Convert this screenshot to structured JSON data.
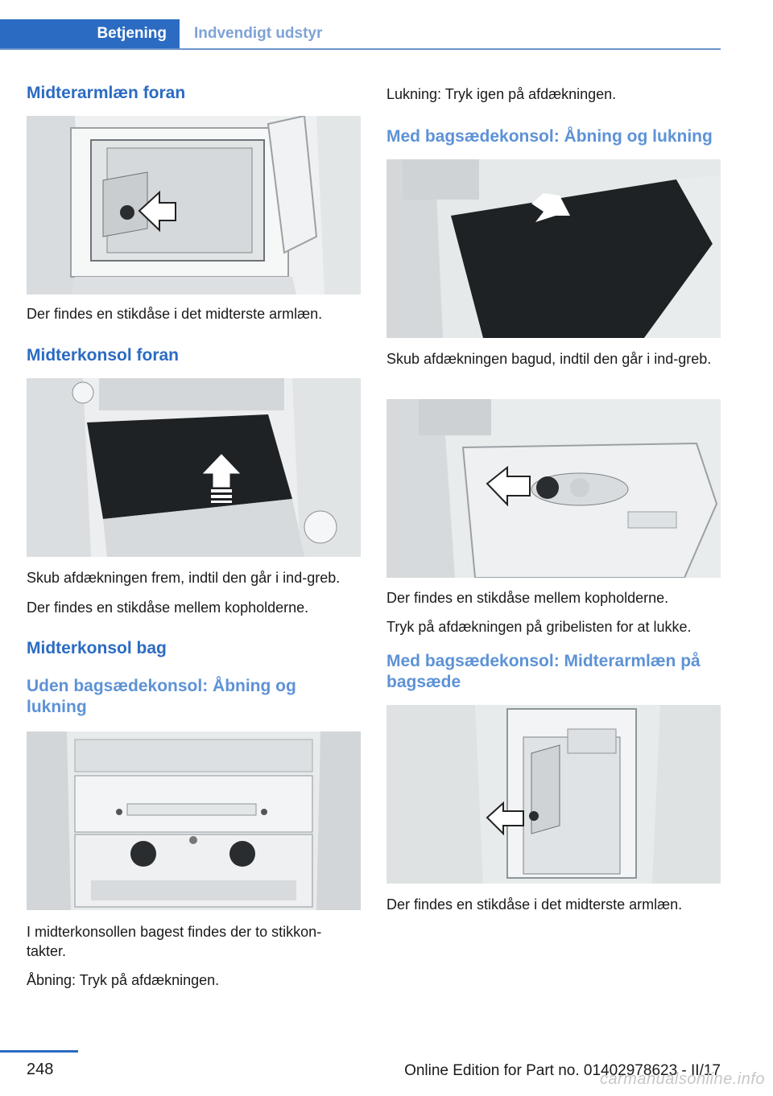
{
  "header": {
    "tab_active": "Betjening",
    "tab_inactive": "Indvendigt udstyr"
  },
  "left": {
    "h_armrest_front": "Midterarmlæn foran",
    "p_armrest_front": "Der findes en stikdåse i det midterste armlæn.",
    "h_console_front": "Midterkonsol foran",
    "p_console_front_1": "Skub afdækningen frem, indtil den går i ind-greb.",
    "p_console_front_2": "Der findes en stikdåse mellem kopholderne.",
    "h_console_rear": "Midterkonsol bag",
    "h_without_rear_console": "Uden bagsædekonsol: Åbning og lukning",
    "p_rear_1": "I midterkonsollen bagest findes der to stikkon-takter.",
    "p_rear_2": "Åbning: Tryk på afdækningen."
  },
  "right": {
    "p_closing": "Lukning: Tryk igen på afdækningen.",
    "h_with_rear_console_open": "Med bagsædekonsol: Åbning og lukning",
    "p_slide_back": "Skub afdækningen bagud, indtil den går i ind-greb.",
    "p_socket_cupholders": "Der findes en stikdåse mellem kopholderne.",
    "p_press_grip": "Tryk på afdækningen på gribelisten for at lukke.",
    "h_with_rear_console_armrest": "Med bagsædekonsol: Midterarmlæn på bagsæde",
    "p_socket_armrest": "Der findes en stikdåse i det midterste armlæn."
  },
  "footer": {
    "page_number": "248",
    "edition": "Online Edition for Part no. 01402978623 - II/17",
    "watermark": "carmanualsonline.info"
  },
  "colors": {
    "accent": "#2b6bc2",
    "subheading": "#5d92d6"
  }
}
